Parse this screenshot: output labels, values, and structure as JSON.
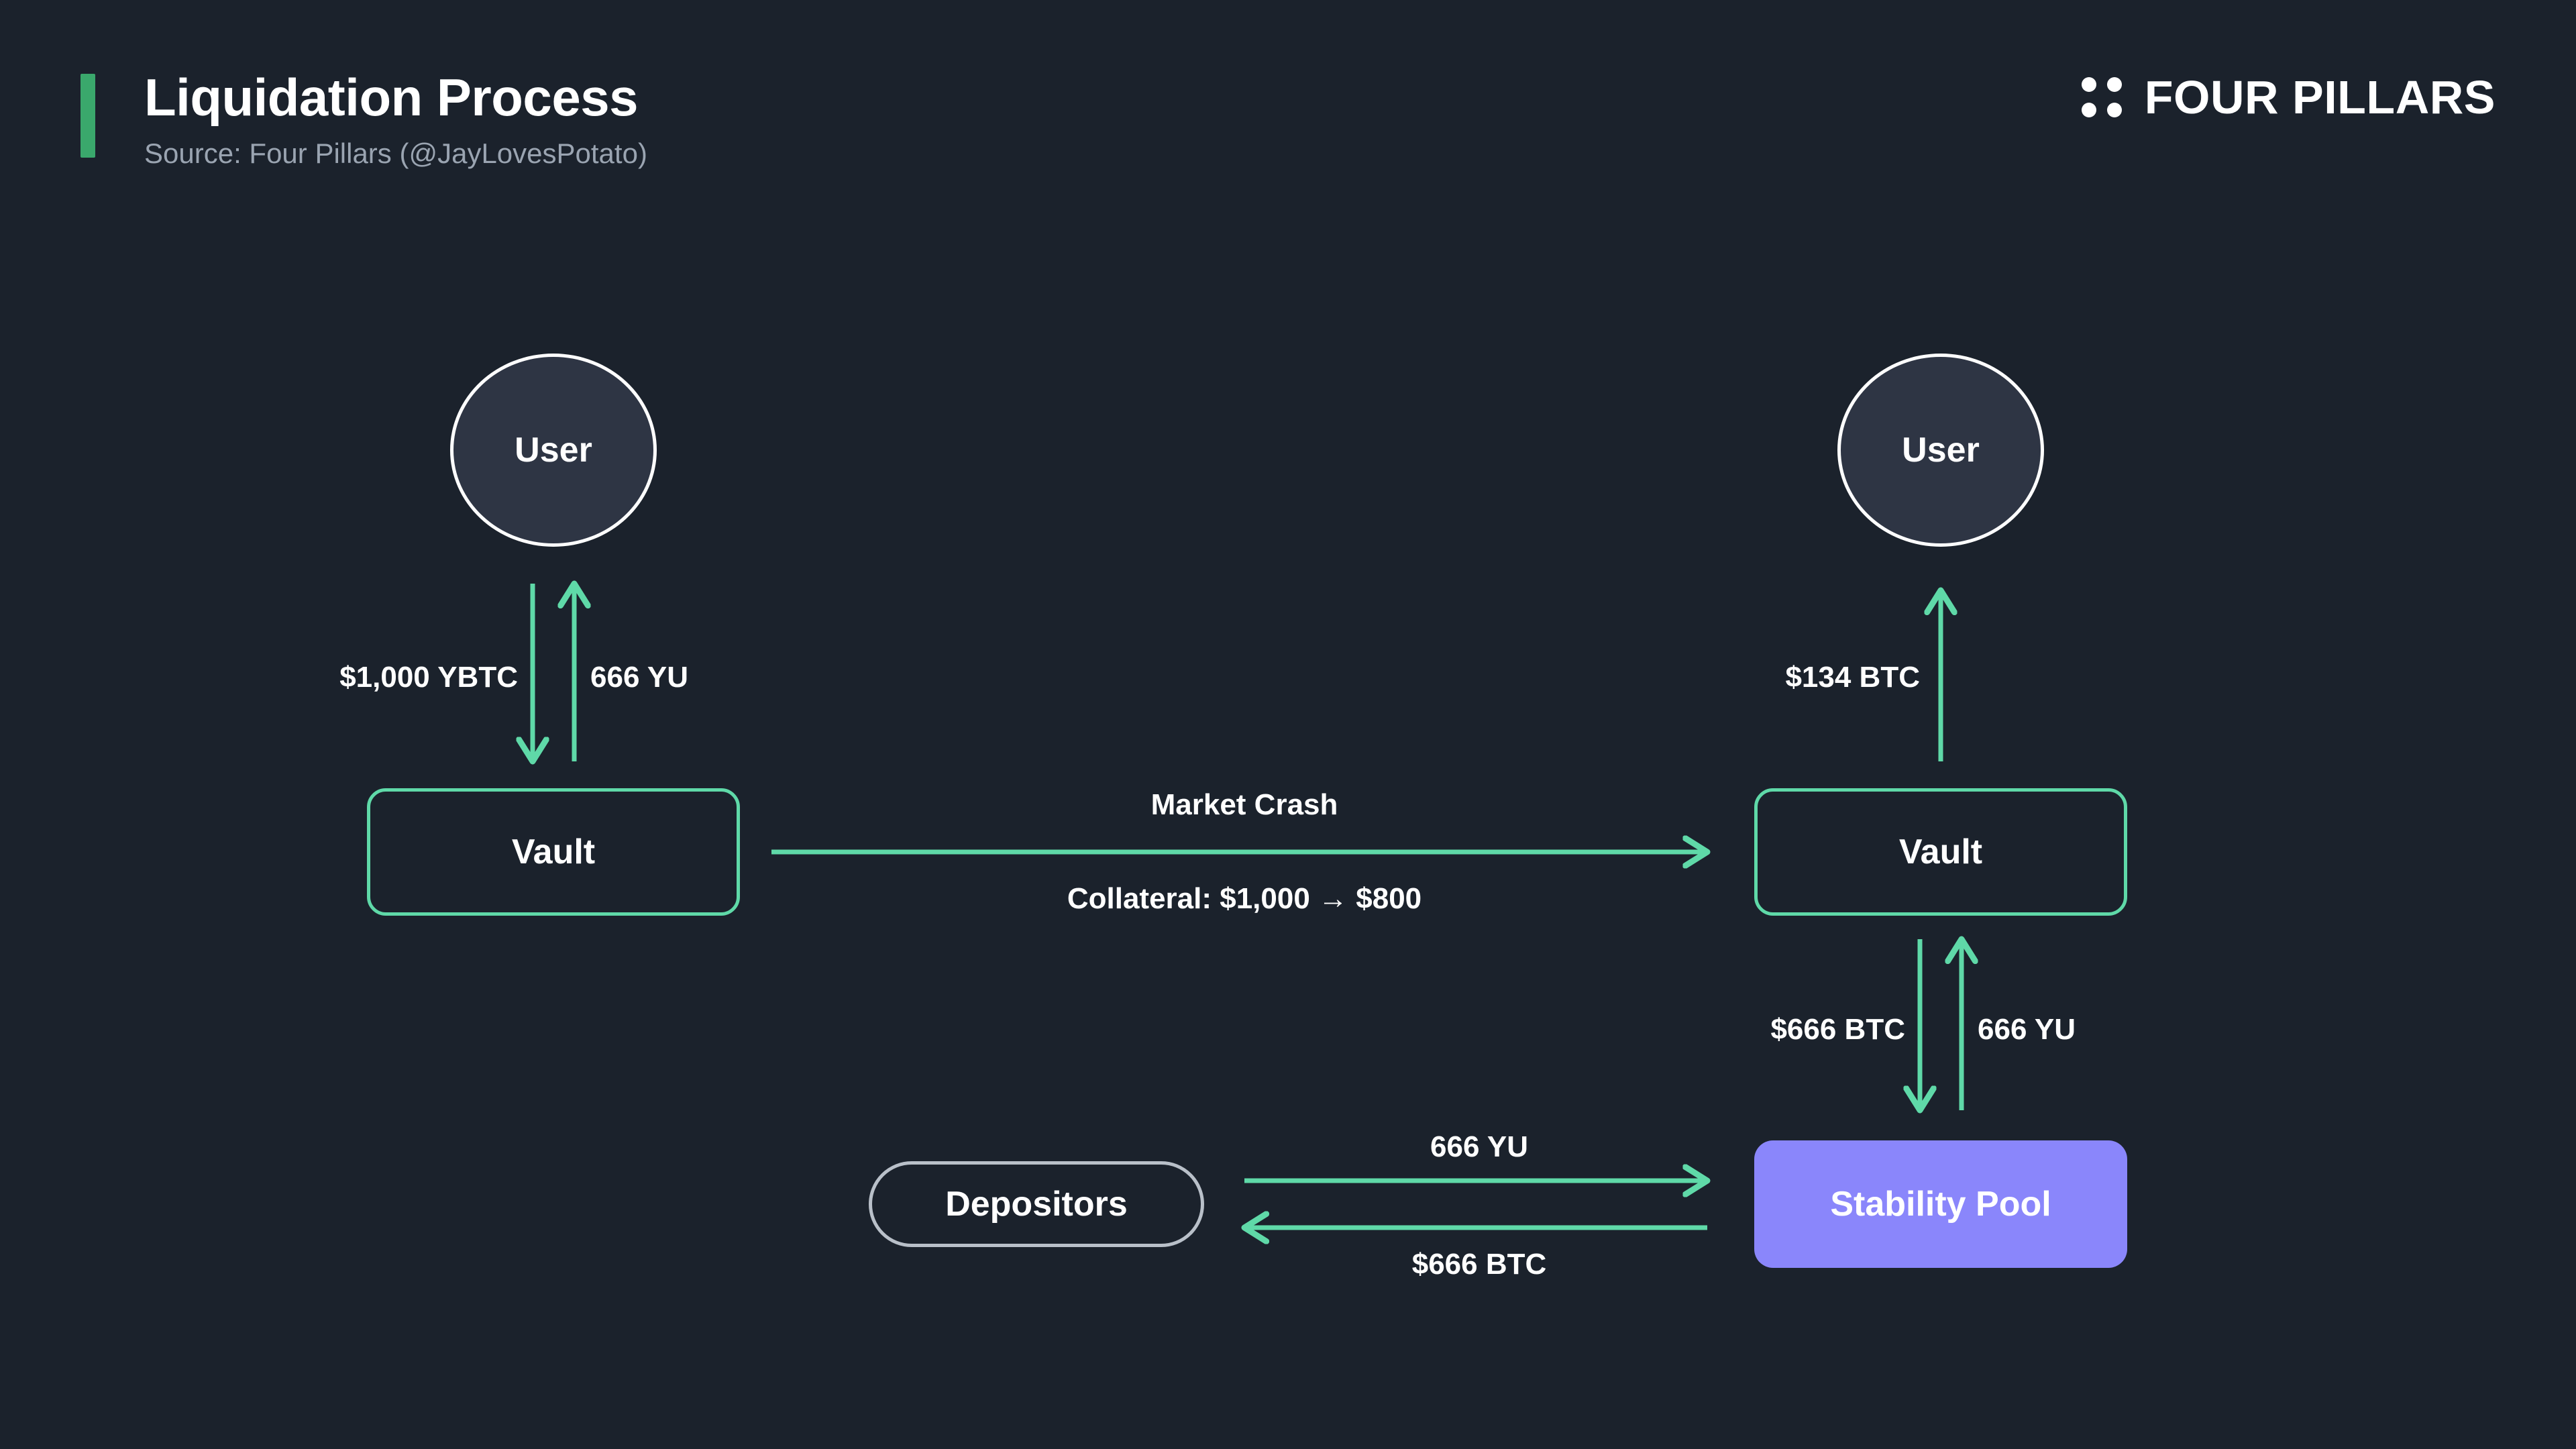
{
  "header": {
    "title": "Liquidation Process",
    "source": "Source: Four Pillars (@JayLovesPotato)",
    "brand": "FOUR PILLARS",
    "accent_color": "#3aa86c"
  },
  "colors": {
    "background": "#1b222c",
    "arrow_green": "#5fd9a8",
    "vault_border": "#5fd9a8",
    "pool_fill": "#8a86fb",
    "user_fill": "#2e3544",
    "user_border": "#ffffff",
    "depositors_border": "#b9c0c9",
    "text": "#ffffff",
    "muted_text": "#9aa4b1"
  },
  "diagram": {
    "nodes": [
      {
        "id": "user-left",
        "label": "User",
        "shape": "circle"
      },
      {
        "id": "user-right",
        "label": "User",
        "shape": "circle"
      },
      {
        "id": "vault-left",
        "label": "Vault",
        "shape": "rounded-rect"
      },
      {
        "id": "vault-right",
        "label": "Vault",
        "shape": "rounded-rect"
      },
      {
        "id": "stability-pool",
        "label": "Stability Pool",
        "shape": "rounded-rect-filled"
      },
      {
        "id": "depositors",
        "label": "Depositors",
        "shape": "pill"
      }
    ],
    "edges": [
      {
        "id": "e1",
        "from": "user-left",
        "to": "vault-left",
        "label": "$1,000 YBTC",
        "direction": "down"
      },
      {
        "id": "e2",
        "from": "vault-left",
        "to": "user-left",
        "label": "666 YU",
        "direction": "up"
      },
      {
        "id": "e3",
        "from": "vault-left",
        "to": "vault-right",
        "label": "Market Crash",
        "direction": "right",
        "sublabel": "Collateral: $1,000 → $800"
      },
      {
        "id": "e4",
        "from": "vault-right",
        "to": "user-right",
        "label": "$134 BTC",
        "direction": "up"
      },
      {
        "id": "e5",
        "from": "vault-right",
        "to": "stability-pool",
        "label": "$666 BTC",
        "direction": "down"
      },
      {
        "id": "e6",
        "from": "stability-pool",
        "to": "vault-right",
        "label": "666 YU",
        "direction": "up"
      },
      {
        "id": "e7",
        "from": "depositors",
        "to": "stability-pool",
        "label": "666 YU",
        "direction": "right"
      },
      {
        "id": "e8",
        "from": "stability-pool",
        "to": "depositors",
        "label": "$666 BTC",
        "direction": "left"
      }
    ]
  }
}
